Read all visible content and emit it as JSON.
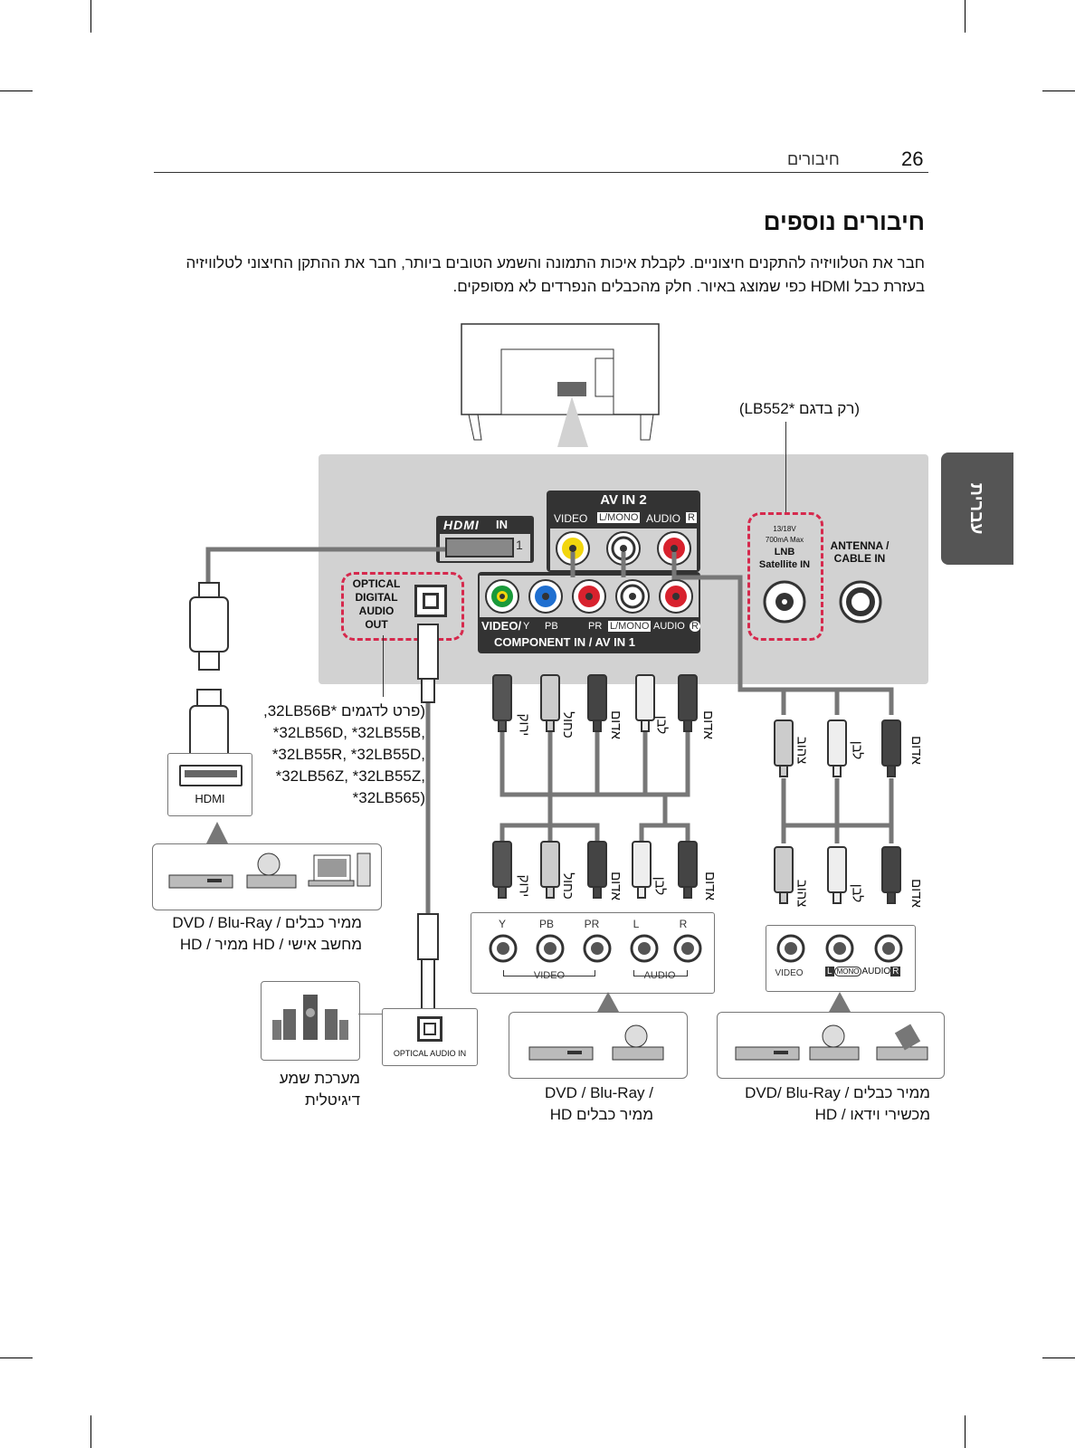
{
  "header": {
    "page_number": "26",
    "section": "חיבורים",
    "side_tab": "עברית"
  },
  "content": {
    "title": "חיבורים נוספים",
    "intro": "חבר את הטלוויזיה להתקנים חיצוניים. לקבלת איכות התמונה והשמע הטובים ביותר, חבר את ההתקן החיצוני לטלוויזיה בעזרת כבל HDMI כפי שמוצג באיור. חלק מהכבלים הנפרדים לא מסופקים."
  },
  "tv_panel": {
    "model_note": "(רק בדגם *LB552)",
    "hdmi_label": "IN",
    "hdmi_port_number": "1",
    "hdmi_logo": "HDMI",
    "optical_label": "OPTICAL\nDIGITAL\nAUDIO OUT",
    "av2_title": "AV IN 2",
    "av2_video": "VIDEO",
    "av2_lmono": "L/MONO",
    "av2_audio": "AUDIO",
    "av2_r": "R",
    "component_title": "COMPONENT IN / AV IN 1",
    "comp_video": "VIDEO/",
    "comp_y": "Y",
    "comp_pb": "PB",
    "comp_pr": "PR",
    "comp_lmono": "L/MONO",
    "comp_audio": "AUDIO",
    "comp_r": "R",
    "lnb_power": "13/18V",
    "lnb_current": "700mA Max",
    "lnb_label": "LNB",
    "lnb_satellite": "Satellite IN",
    "antenna_label": "ANTENNA /",
    "cable_label": "CABLE IN"
  },
  "cable_labels": {
    "green": "ירוק",
    "blue": "כחול",
    "red": "אדום",
    "white": "לבן",
    "yellow": "צהוב"
  },
  "model_list": "(פרט לדגמים *32LB56B,\n*32LB56D, *32LB55B,\n*32LB55R, *32LB55D,\n*32LB56Z, *32LB55Z,\n*32LB565)",
  "devices": {
    "hdmi_port_label": "HDMI",
    "hdmi_devices_caption": "DVD / Blu-Ray / ממיר כבלים\nHD / ממיר HD / מחשב אישי",
    "optical_in_label": "OPTICAL AUDIO IN",
    "audio_system_caption": "מערכת שמע\nדיגיטלית",
    "component_block": {
      "y": "Y",
      "pb": "PB",
      "pr": "PR",
      "l": "L",
      "r": "R",
      "video": "VIDEO",
      "audio": "AUDIO"
    },
    "component_caption": "DVD / Blu-Ray /\nממיר כבלים HD",
    "av_block": {
      "video": "VIDEO",
      "l": "L",
      "mono": "MONO",
      "audio": "AUDIO",
      "r": "R"
    },
    "av_caption": "DVD/ Blu-Ray / ממיר כבלים\nHD / מכשירי וידאו"
  },
  "colors": {
    "green": "#1a9a3a",
    "blue": "#1f6fd0",
    "red": "#d8222e",
    "yellow": "#f2d60d",
    "dash": "#d6294d",
    "panel": "#d2d2d2",
    "plug": "#4a4a4a"
  }
}
